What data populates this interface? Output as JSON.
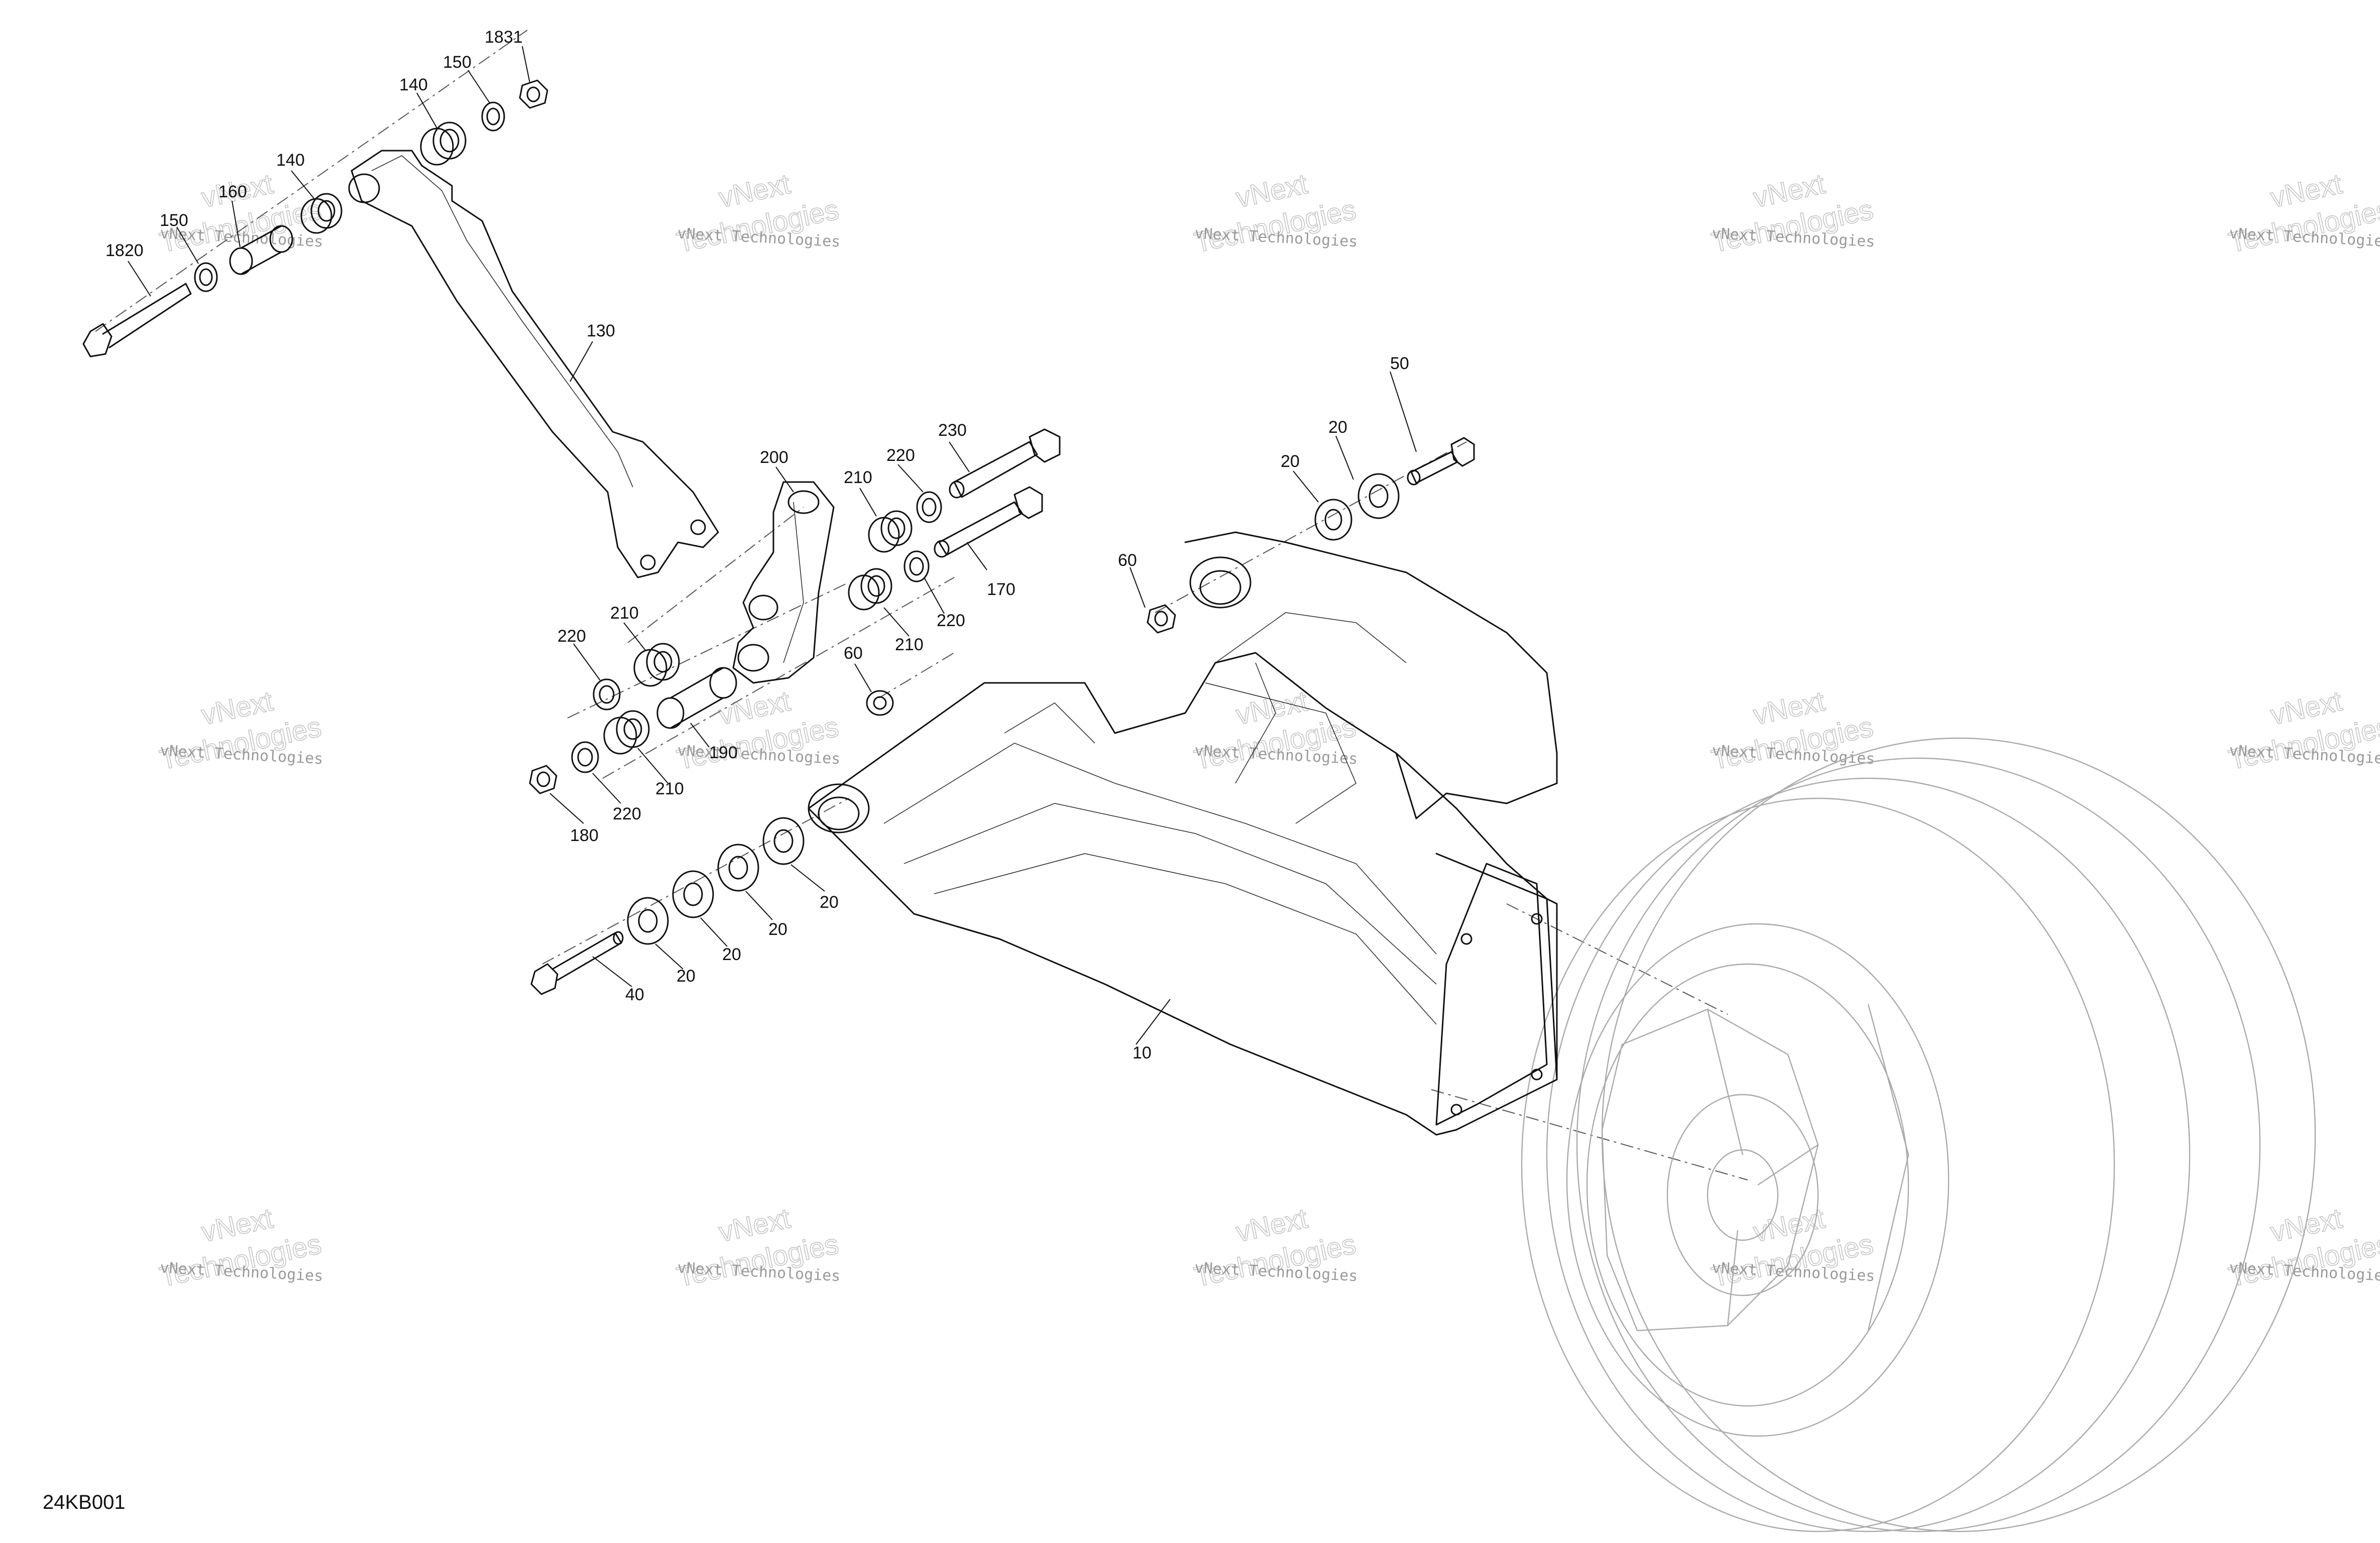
{
  "diagram": {
    "code": "24KB001",
    "watermark_line1": "vNext Technologies",
    "watermark_line2": "vNext",
    "watermark_line3": "Technologies"
  },
  "callouts": [
    {
      "id": "c1831",
      "text": "1831"
    },
    {
      "id": "c150a",
      "text": "150"
    },
    {
      "id": "c140a",
      "text": "140"
    },
    {
      "id": "c140b",
      "text": "140"
    },
    {
      "id": "c160",
      "text": "160"
    },
    {
      "id": "c150b",
      "text": "150"
    },
    {
      "id": "c1820",
      "text": "1820"
    },
    {
      "id": "c130",
      "text": "130"
    },
    {
      "id": "c230",
      "text": "230"
    },
    {
      "id": "c200",
      "text": "200"
    },
    {
      "id": "c220a",
      "text": "220"
    },
    {
      "id": "c210a",
      "text": "210"
    },
    {
      "id": "c170",
      "text": "170"
    },
    {
      "id": "c220b",
      "text": "220"
    },
    {
      "id": "c210b",
      "text": "210"
    },
    {
      "id": "c50",
      "text": "50"
    },
    {
      "id": "c20a",
      "text": "20"
    },
    {
      "id": "c20b",
      "text": "20"
    },
    {
      "id": "c60a",
      "text": "60"
    },
    {
      "id": "c60b",
      "text": "60"
    },
    {
      "id": "c220c",
      "text": "220"
    },
    {
      "id": "c210c",
      "text": "210"
    },
    {
      "id": "c190",
      "text": "190"
    },
    {
      "id": "c210d",
      "text": "210"
    },
    {
      "id": "c220d",
      "text": "220"
    },
    {
      "id": "c180",
      "text": "180"
    },
    {
      "id": "c20c",
      "text": "20"
    },
    {
      "id": "c20d",
      "text": "20"
    },
    {
      "id": "c20e",
      "text": "20"
    },
    {
      "id": "c20f",
      "text": "20"
    },
    {
      "id": "c40",
      "text": "40"
    },
    {
      "id": "c10",
      "text": "10"
    }
  ]
}
